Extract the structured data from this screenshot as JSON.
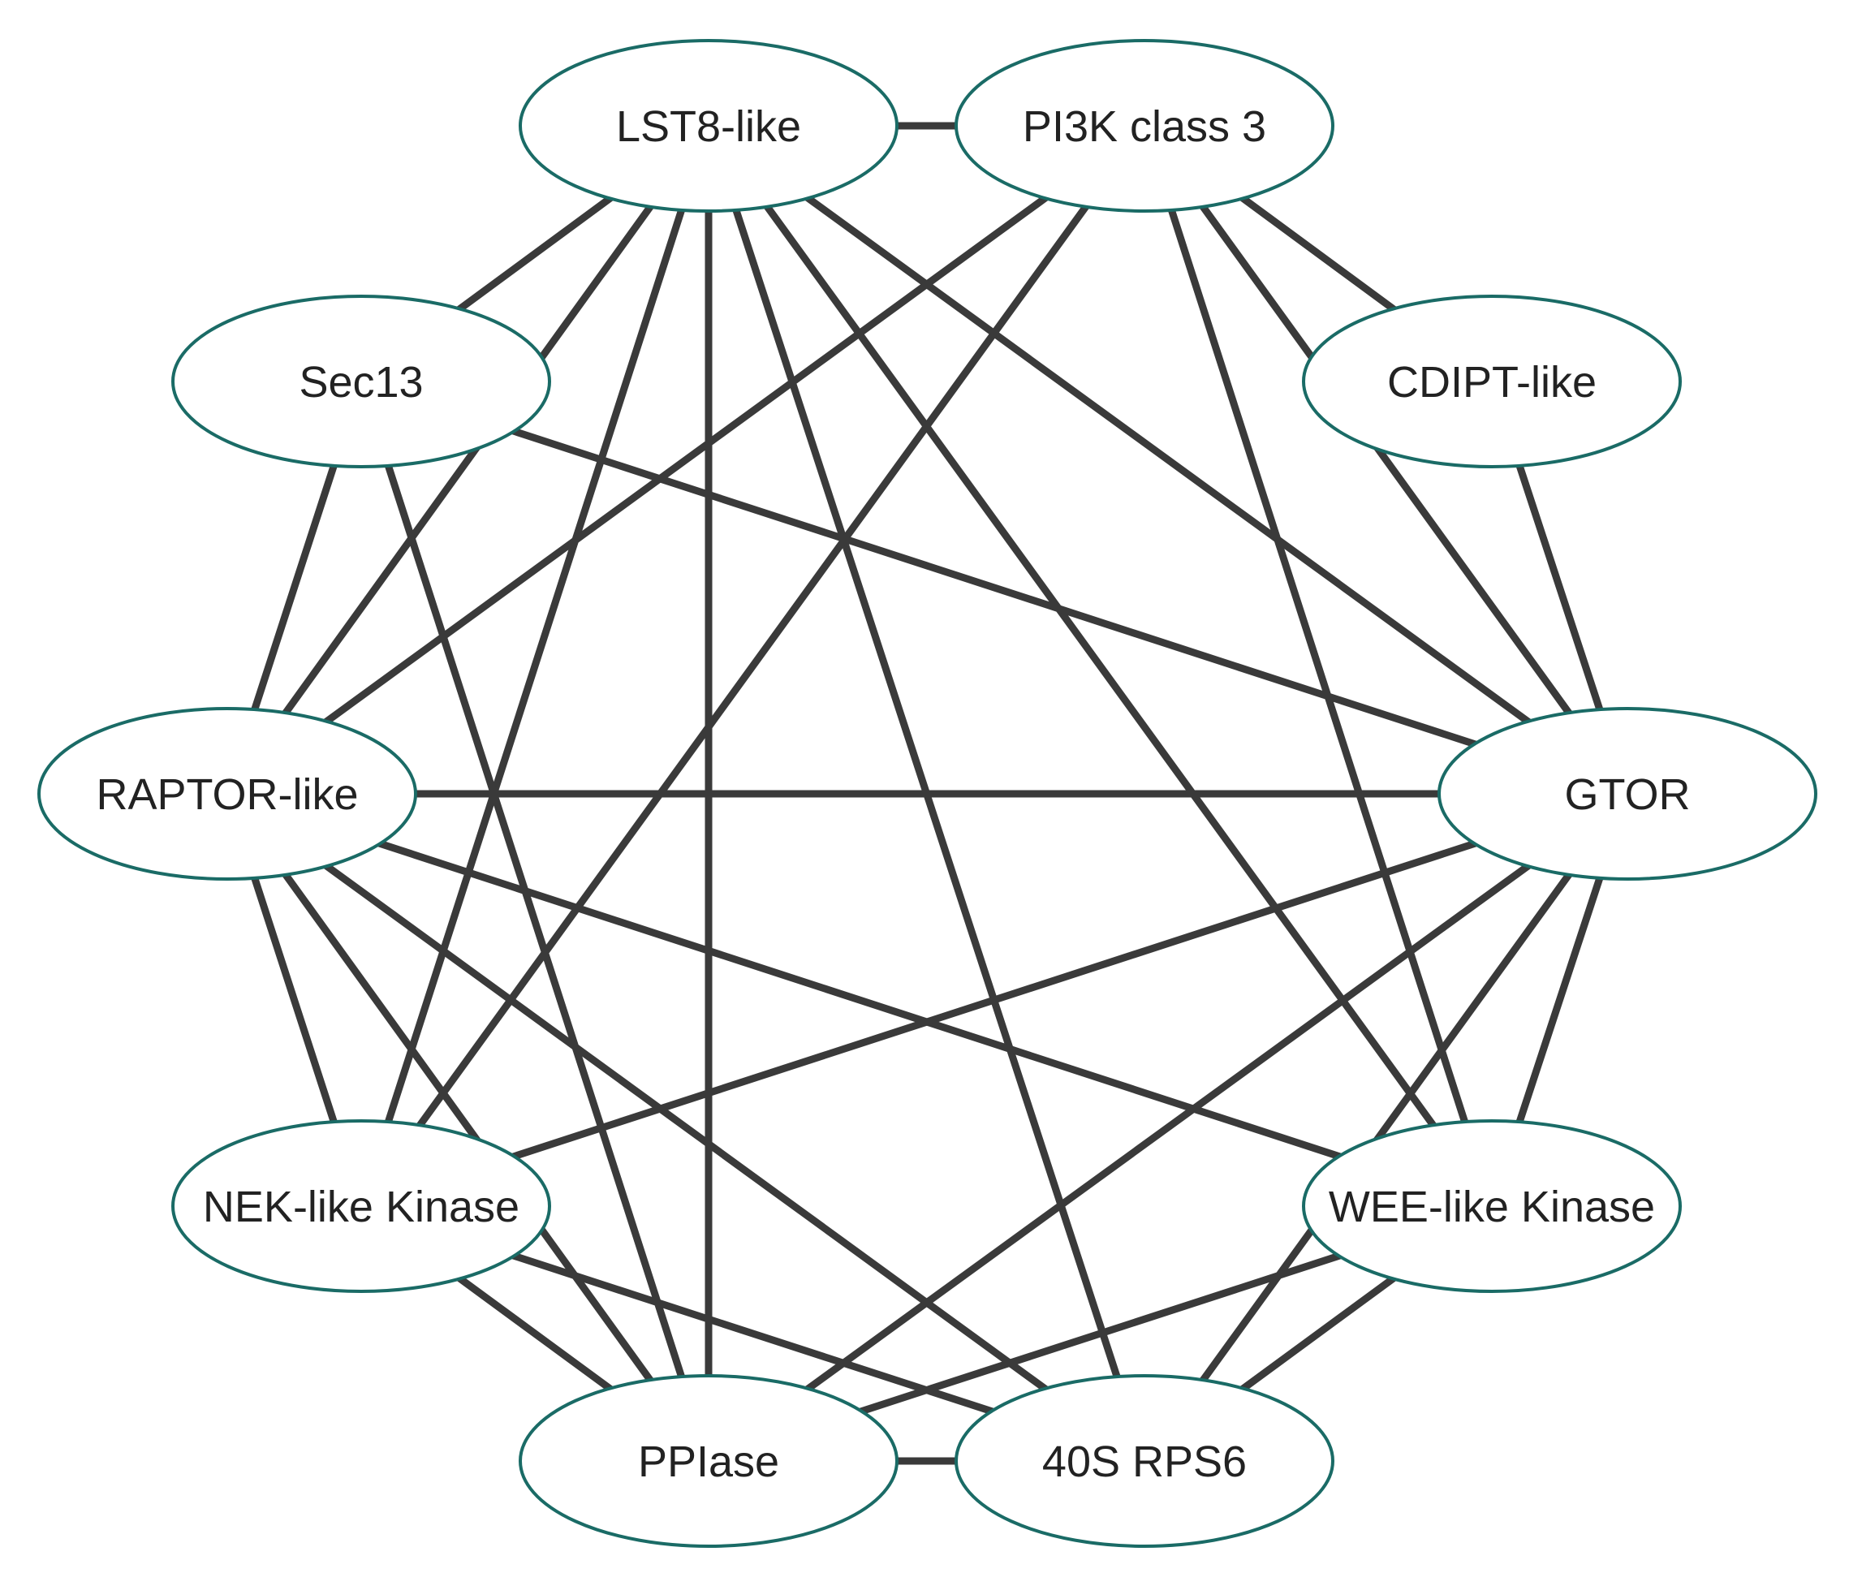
{
  "colors": {
    "node_border": "#1a6b66",
    "node_fill": "#ffffff",
    "edge": "#3a3a3a",
    "label": "#222222",
    "background": "#ffffff"
  },
  "nodes": [
    {
      "id": "lst8",
      "label": "LST8-like"
    },
    {
      "id": "pi3k",
      "label": "PI3K class 3"
    },
    {
      "id": "cdipt",
      "label": "CDIPT-like"
    },
    {
      "id": "gtor",
      "label": "GTOR"
    },
    {
      "id": "wee",
      "label": "WEE-like Kinase"
    },
    {
      "id": "rps6",
      "label": "40S RPS6"
    },
    {
      "id": "ppiase",
      "label": "PPIase"
    },
    {
      "id": "nek",
      "label": "NEK-like Kinase"
    },
    {
      "id": "raptor",
      "label": "RAPTOR-like"
    },
    {
      "id": "sec13",
      "label": "Sec13"
    }
  ],
  "edges": [
    [
      "lst8",
      "pi3k"
    ],
    [
      "lst8",
      "sec13"
    ],
    [
      "lst8",
      "raptor"
    ],
    [
      "lst8",
      "nek"
    ],
    [
      "lst8",
      "ppiase"
    ],
    [
      "lst8",
      "rps6"
    ],
    [
      "lst8",
      "wee"
    ],
    [
      "lst8",
      "gtor"
    ],
    [
      "pi3k",
      "cdipt"
    ],
    [
      "pi3k",
      "gtor"
    ],
    [
      "pi3k",
      "wee"
    ],
    [
      "pi3k",
      "raptor"
    ],
    [
      "pi3k",
      "nek"
    ],
    [
      "cdipt",
      "gtor"
    ],
    [
      "sec13",
      "gtor"
    ],
    [
      "sec13",
      "raptor"
    ],
    [
      "sec13",
      "ppiase"
    ],
    [
      "raptor",
      "gtor"
    ],
    [
      "raptor",
      "wee"
    ],
    [
      "raptor",
      "nek"
    ],
    [
      "raptor",
      "ppiase"
    ],
    [
      "raptor",
      "rps6"
    ],
    [
      "gtor",
      "nek"
    ],
    [
      "gtor",
      "ppiase"
    ],
    [
      "gtor",
      "rps6"
    ],
    [
      "gtor",
      "wee"
    ],
    [
      "nek",
      "ppiase"
    ],
    [
      "nek",
      "rps6"
    ],
    [
      "wee",
      "ppiase"
    ],
    [
      "wee",
      "rps6"
    ],
    [
      "ppiase",
      "rps6"
    ]
  ]
}
